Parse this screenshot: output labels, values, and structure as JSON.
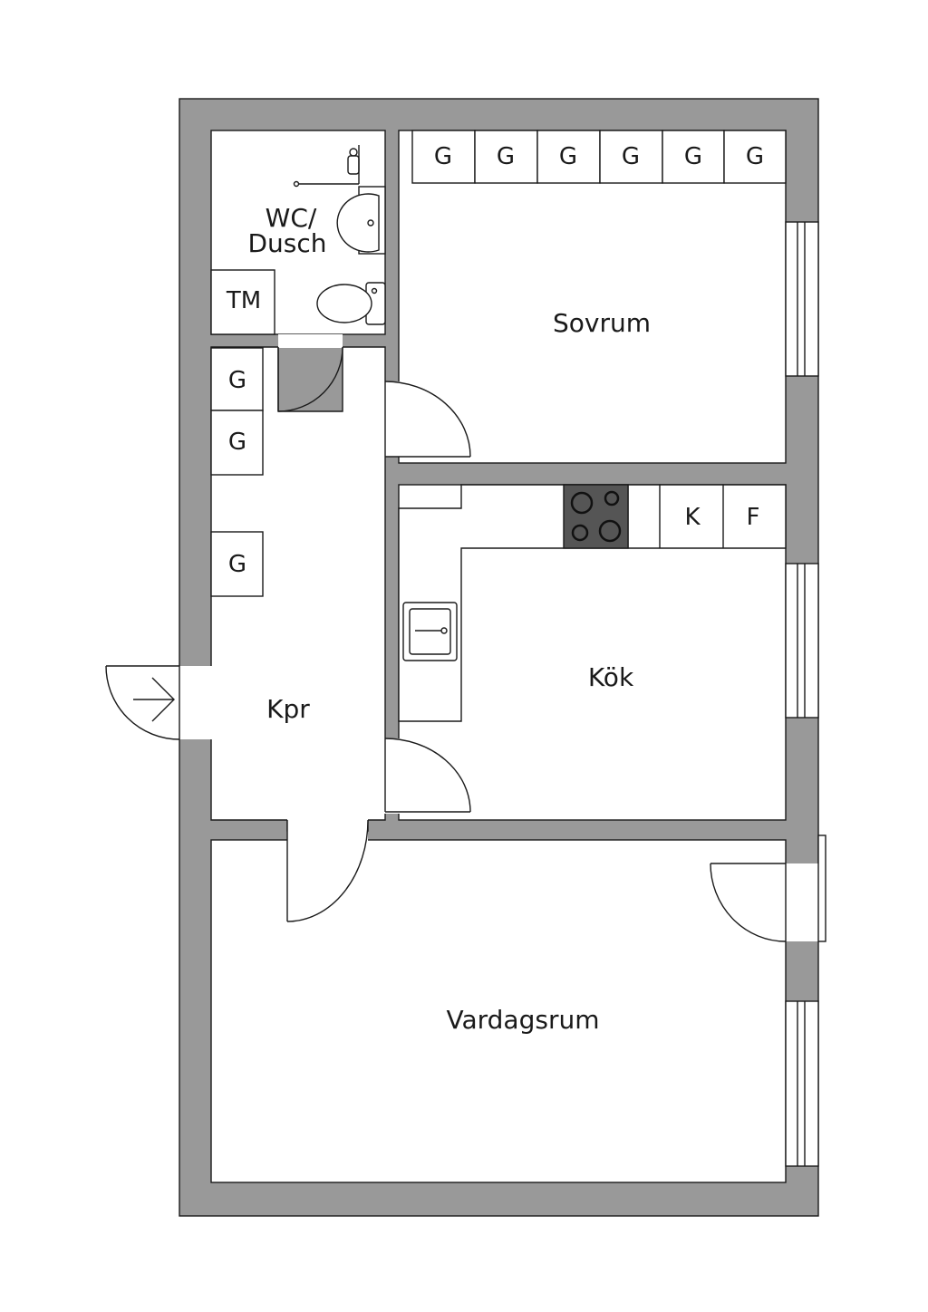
{
  "rooms": {
    "sovrum": "Sovrum",
    "kok": "Kök",
    "kpr": "Kpr",
    "vardagsrum": "Vardagsrum",
    "wc_line1": "WC/",
    "wc_line2": "Dusch"
  },
  "cabinets": {
    "wardrobe": "G",
    "laundry": "TM",
    "fridge": "K",
    "freezer": "F"
  },
  "colors": {
    "wall": "#999999",
    "stove": "#555555",
    "line": "#1a1a1a"
  },
  "icons": {
    "entrance": "entrance-arrow-icon",
    "stove": "stove-icon",
    "sink": "sink-icon",
    "washbasin": "washbasin-icon",
    "toilet": "toilet-icon",
    "shower": "shower-icon"
  }
}
